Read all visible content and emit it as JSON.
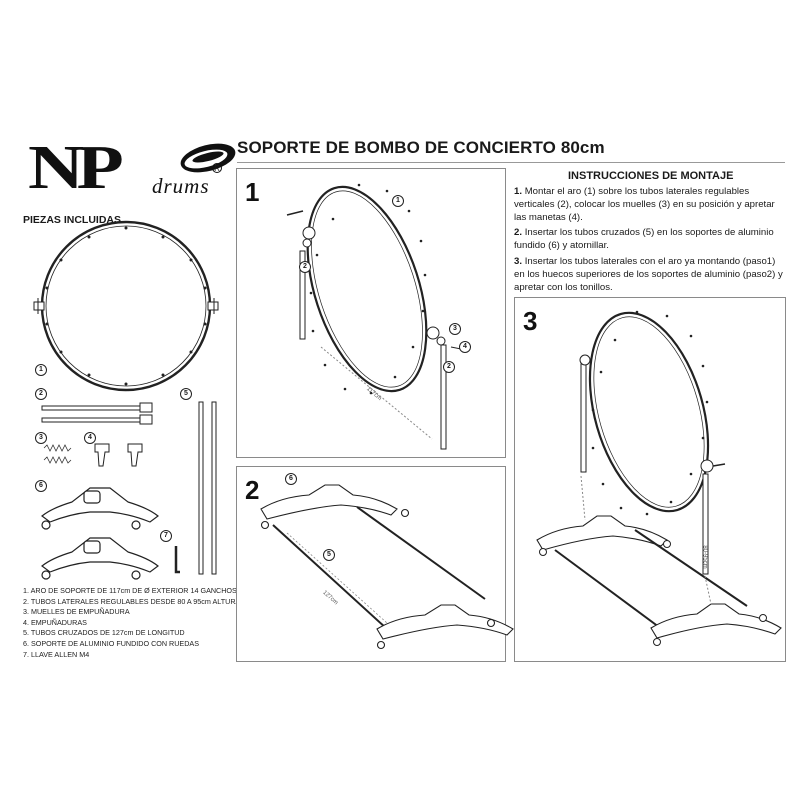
{
  "logo": {
    "letters": "NP",
    "wordmark": "drums",
    "registered": "R"
  },
  "title": "SOPORTE DE BOMBO DE CONCIERTO 80cm",
  "pieces_title": "PIEZAS INCLUIDAS",
  "instructions": {
    "title": "INSTRUCCIONES DE MONTAJE",
    "steps": [
      {
        "number": "1.",
        "text": "Montar el aro (1) sobre los tubos laterales regulables verticales (2), colocar los muelles (3) en su posición y apretar las manetas (4)."
      },
      {
        "number": "2.",
        "text": "Insertar los tubos cruzados (5) en los soportes de aluminio fundido (6) y atornillar."
      },
      {
        "number": "3.",
        "text": "Insertar los tubos laterales con el aro ya montando (paso1) en los huecos superiores de los soportes de aluminio (paso2) y apretar con los tonillos."
      }
    ]
  },
  "panels": {
    "step1": {
      "label": "1",
      "dimension": "117cm"
    },
    "step2": {
      "label": "2",
      "dimension": "127cm"
    },
    "step3": {
      "label": "3",
      "dimension": "80-95cm"
    }
  },
  "part_numbers": [
    "1",
    "2",
    "3",
    "4",
    "5",
    "6",
    "7"
  ],
  "legend": [
    "1. ARO DE SOPORTE DE  117cm DE Ø EXTERIOR 14 GANCHOS",
    "2. TUBOS LATERALES REGULABLES DESDE 80 A 95cm ALTURA",
    "3. MUELLES DE EMPUÑADURA",
    "4. EMPUÑADURAS",
    "5. TUBOS CRUZADOS DE 127cm DE LONGITUD",
    "6. SOPORTE DE ALUMINIO FUNDIDO CON RUEDAS",
    "7. LLAVE ALLEN M4"
  ]
}
